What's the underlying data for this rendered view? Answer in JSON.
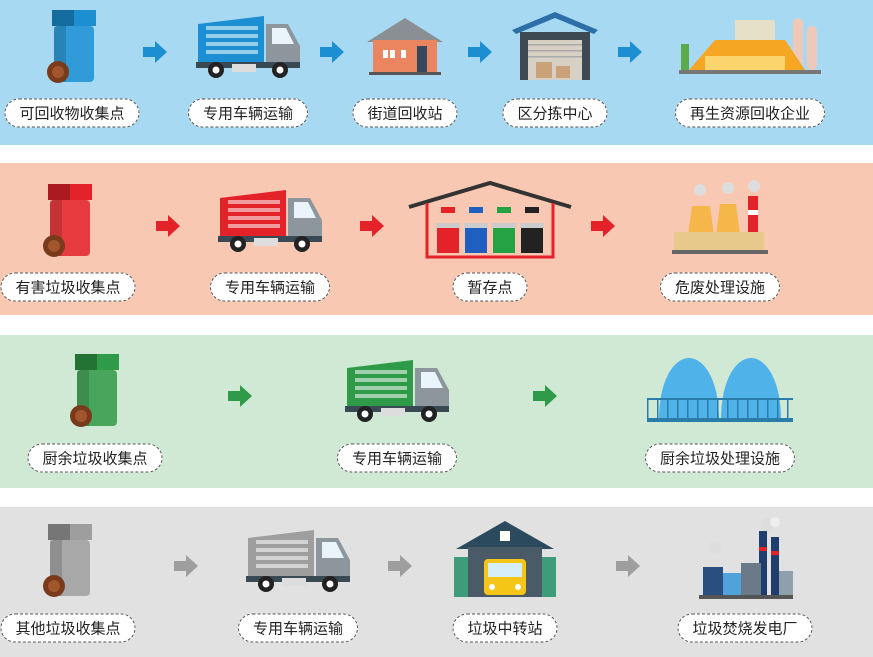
{
  "rows": [
    {
      "name": "recyclable",
      "bg": "#a8d9f3",
      "accent": "#1b8fd2",
      "steps": [
        {
          "label": "可回收物收集点",
          "icon": "bin-icon"
        },
        {
          "label": "专用车辆运输",
          "icon": "truck-icon"
        },
        {
          "label": "街道回收站",
          "icon": "house-icon"
        },
        {
          "label": "区分拣中心",
          "icon": "warehouse-icon"
        },
        {
          "label": "再生资源回收企业",
          "icon": "factory-icon"
        }
      ]
    },
    {
      "name": "hazardous",
      "bg": "#f9c8b2",
      "accent": "#e3222a",
      "steps": [
        {
          "label": "有害垃圾收集点",
          "icon": "bin-icon"
        },
        {
          "label": "专用车辆运输",
          "icon": "truck-icon"
        },
        {
          "label": "暂存点",
          "icon": "storage-icon"
        },
        {
          "label": "危废处理设施",
          "icon": "hazard-plant-icon"
        }
      ]
    },
    {
      "name": "kitchen",
      "bg": "#cfe9d5",
      "accent": "#2f9a47",
      "steps": [
        {
          "label": "厨余垃圾收集点",
          "icon": "bin-icon"
        },
        {
          "label": "专用车辆运输",
          "icon": "truck-icon"
        },
        {
          "label": "厨余垃圾处理设施",
          "icon": "tanks-icon"
        }
      ]
    },
    {
      "name": "other",
      "bg": "#e1e1e1",
      "accent": "#9e9e9e",
      "steps": [
        {
          "label": "其他垃圾收集点",
          "icon": "bin-icon"
        },
        {
          "label": "专用车辆运输",
          "icon": "truck-icon"
        },
        {
          "label": "垃圾中转站",
          "icon": "transfer-station-icon"
        },
        {
          "label": "垃圾焚烧发电厂",
          "icon": "power-plant-icon"
        }
      ]
    }
  ]
}
